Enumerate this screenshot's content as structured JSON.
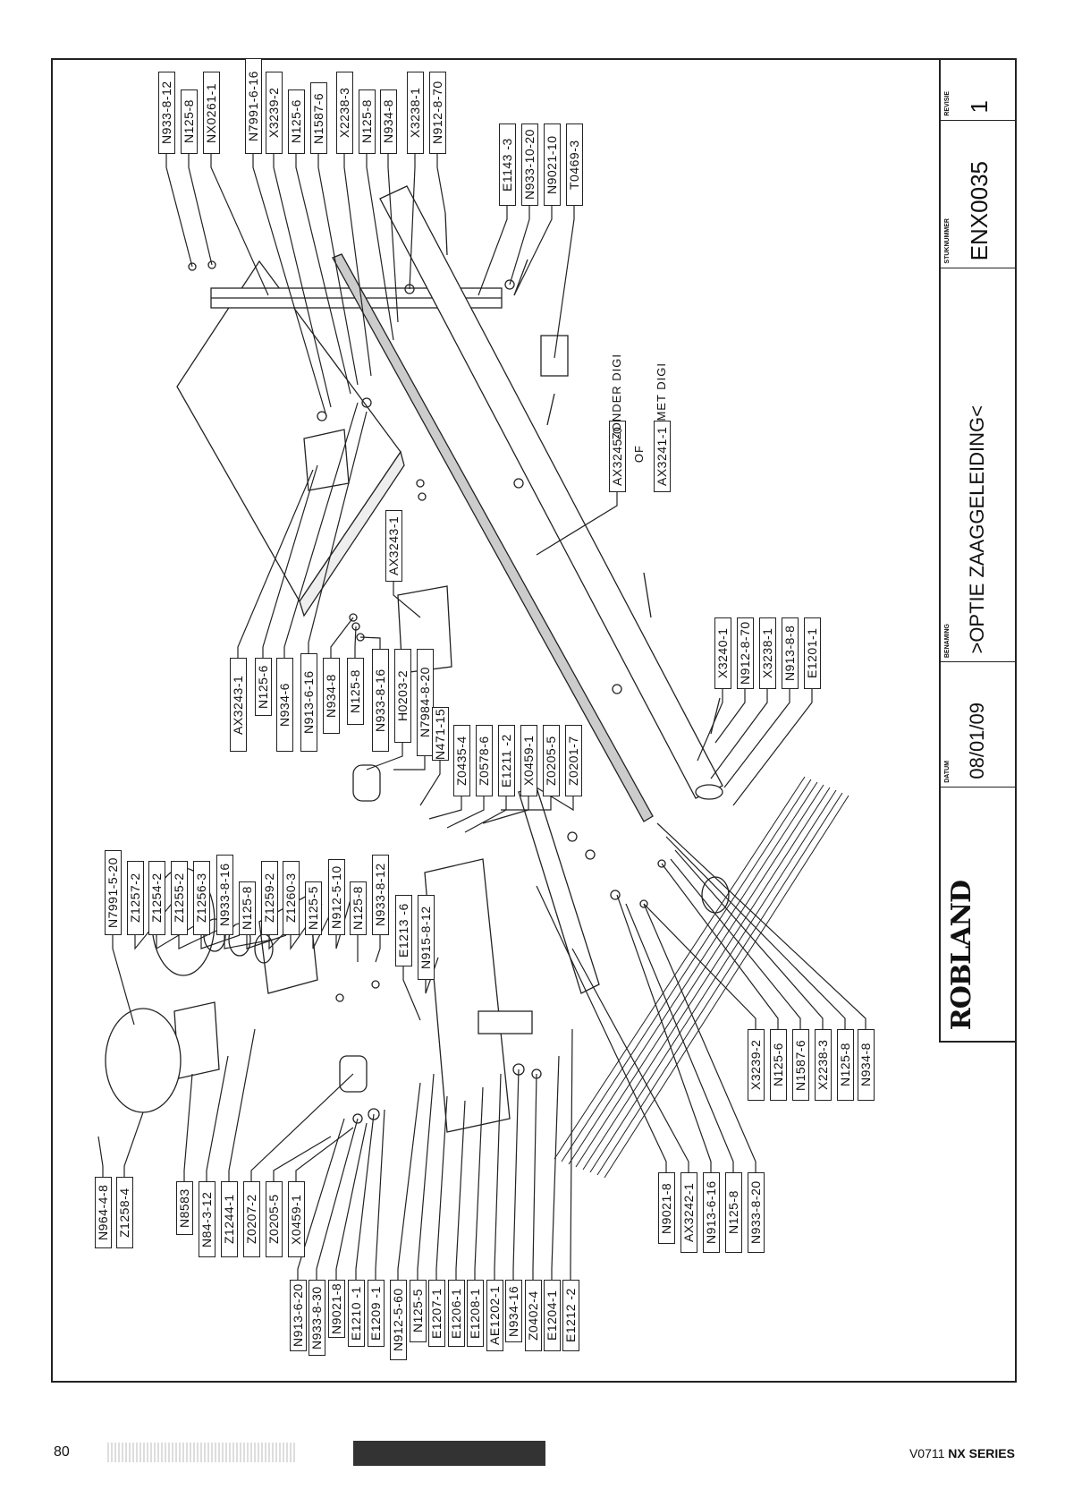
{
  "labels": {
    "top_left": [
      "N933-8-12",
      "N125-8",
      "NX0261-1"
    ],
    "top_center": [
      "N7991-6-16",
      "X3239-2",
      "N125-6",
      "N1587-6",
      "X2238-3",
      "N125-8",
      "N934-8",
      "X3238-1",
      "N912-8-70"
    ],
    "top_right": [
      "E1143 -3",
      "N933-10-20",
      "N9021-10",
      "T0469-3"
    ],
    "option": {
      "a": "AX3245-0",
      "a_note": "ZONDER DIGI",
      "or": "OF",
      "b": "AX3241-1",
      "b_note": "MET DIGI"
    },
    "mid_single": [
      "AX3243-1"
    ],
    "mid_row": [
      "AX3243-1",
      "N125-6",
      "N934-6",
      "N913-6-16",
      "N934-8",
      "N125-8",
      "N933-8-16",
      "H0203-2",
      "N7984-8-20",
      "N471-15",
      "Z0435-4",
      "Z0578-6",
      "E1211 -2",
      "X0459-1",
      "Z0205-5",
      "Z0201-7"
    ],
    "mid_right": [
      "X3240-1",
      "N912-8-70",
      "X3238-1",
      "N913-8-8",
      "E1201-1"
    ],
    "left_row": [
      "N7991-5-20",
      "Z1257-2",
      "Z1254-2",
      "Z1255-2",
      "Z1256-3",
      "N933-8-16",
      "N125-8",
      "Z1259-2",
      "Z1260-3",
      "N125-5",
      "N912-5-10",
      "N125-8",
      "N933-8-12",
      "E1213 -6",
      "N915-8-12"
    ],
    "low_right": [
      "X3239-2",
      "N125-6",
      "N1587-6",
      "X2238-3",
      "N125-8",
      "N934-8"
    ],
    "low_center": [
      "N9021-8",
      "AX3242-1",
      "N913-6-16",
      "N125-8",
      "N933-8-20"
    ],
    "low_left": [
      "N964-4-8",
      "Z1258-4",
      "N8583",
      "N84-3-12",
      "Z1244-1",
      "Z0207-2",
      "Z0205-5",
      "X0459-1"
    ],
    "bottom_row": [
      "N913-6-20",
      "N933-8-30",
      "N9021-8",
      "E1210 -1",
      "E1209 -1",
      "N912-5-60",
      "N125-5",
      "E1207-1",
      "E1206-1",
      "E1208-1",
      "AE1202-1",
      "N934-16",
      "Z0402-4",
      "E1204-1",
      "E1212 -2"
    ]
  },
  "title_block": {
    "logo": "ROBLAND",
    "datum_caption": "DATUM",
    "datum": "08/01/09",
    "benaming_caption": "BENAMING",
    "benaming": ">OPTIE ZAAGGELEIDING<",
    "stuknummer_caption": "STUKNUMMER",
    "stuknummer": "ENX0035",
    "revisie_caption": "REVISIE",
    "revisie": "1"
  },
  "footer": {
    "page": "80",
    "version": "V0711",
    "series": "NX SERIES"
  }
}
